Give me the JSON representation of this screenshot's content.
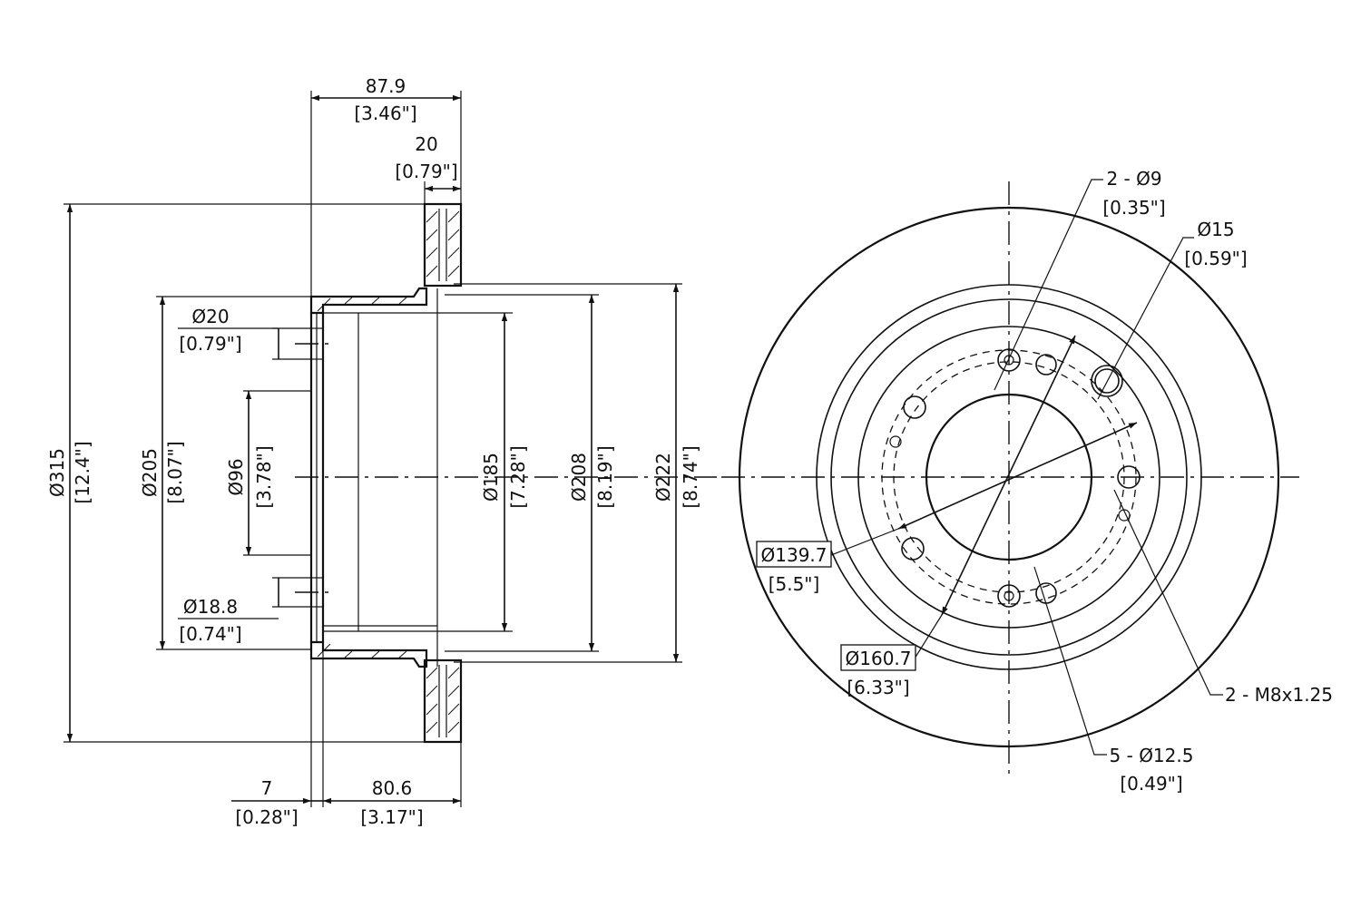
{
  "side_view": {
    "width_overall": {
      "mm": "87.9",
      "in": "[3.46\"]"
    },
    "rotor_thickness": {
      "mm": "20",
      "in": "[0.79\"]"
    },
    "dia_outer": {
      "mm": "Ø315",
      "in": "[12.4\"]"
    },
    "dia_hat_outer": {
      "mm": "Ø205",
      "in": "[8.07\"]"
    },
    "dia_center_bore": {
      "mm": "Ø96",
      "in": "[3.78\"]"
    },
    "dia_drum_185": {
      "mm": "Ø185",
      "in": "[7.28\"]"
    },
    "dia_drum_208": {
      "mm": "Ø208",
      "in": "[8.19\"]"
    },
    "dia_222": {
      "mm": "Ø222",
      "in": "[8.74\"]"
    },
    "hole_top": {
      "mm": "Ø20",
      "in": "[0.79\"]"
    },
    "hole_bottom": {
      "mm": "Ø18.8",
      "in": "[0.74\"]"
    },
    "offset_flange": {
      "mm": "7",
      "in": "[0.28\"]"
    },
    "offset_hat": {
      "mm": "80.6",
      "in": "[3.17\"]"
    }
  },
  "front_view": {
    "small_holes": {
      "mm": "2 - Ø9",
      "in": "[0.35\"]"
    },
    "large_hole": {
      "mm": "Ø15",
      "in": "[0.59\"]"
    },
    "bolt_circle_inner": {
      "mm": "Ø139.7",
      "in": "[5.5\"]"
    },
    "bolt_circle_outer": {
      "mm": "Ø160.7",
      "in": "[6.33\"]"
    },
    "threaded_holes": {
      "mm": "2 - M8x1.25"
    },
    "lug_holes": {
      "mm": "5 - Ø12.5",
      "in": "[0.49\"]"
    }
  }
}
